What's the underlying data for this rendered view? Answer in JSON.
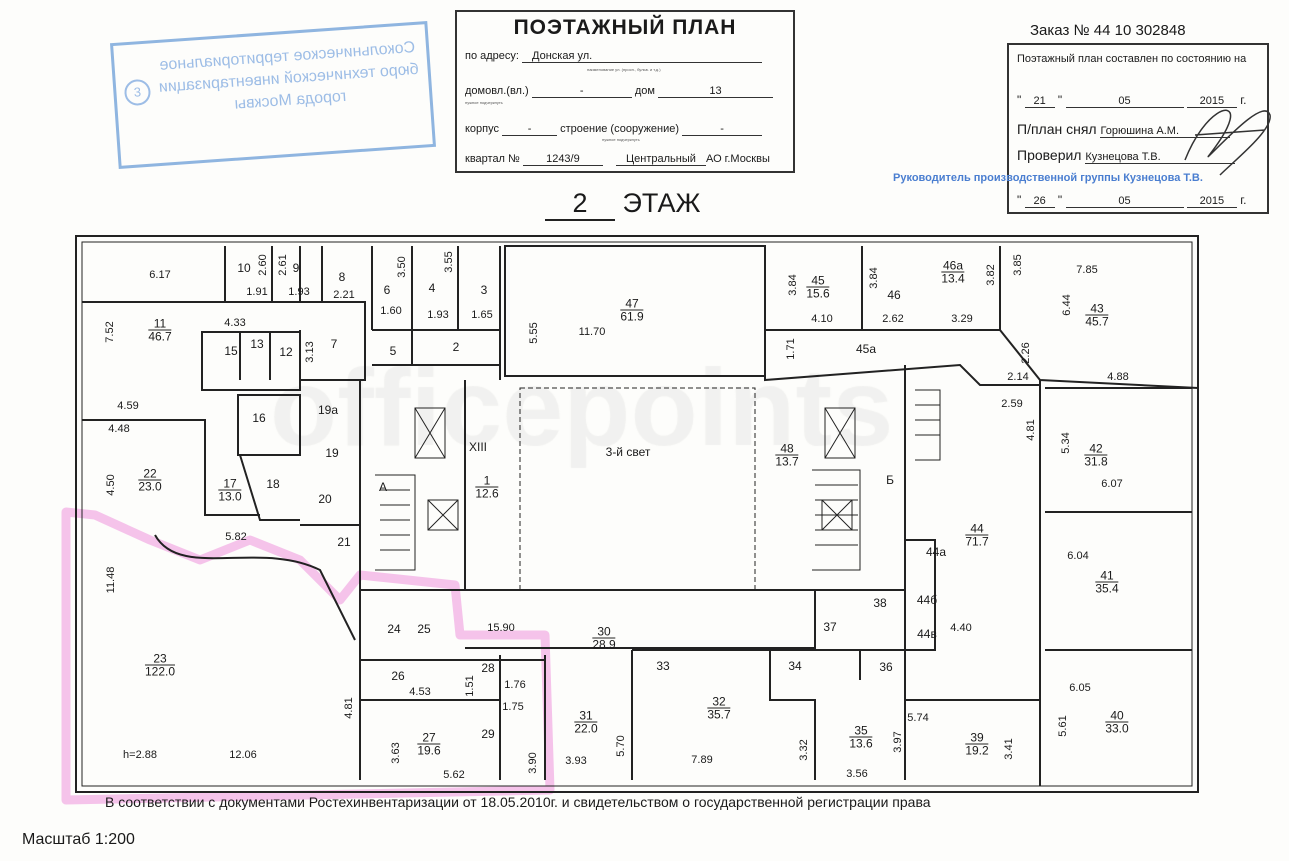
{
  "form": {
    "title": "ПОЭТАЖНЫЙ ПЛАН",
    "address_label": "по адресу:",
    "address_value": "Донская ул.",
    "address_hint": "наименование ул. (просп., бульв. и т.д.)",
    "domovl_label": "домовл.(вл.)",
    "domovl_value": "-",
    "dom_label": "дом",
    "dom_value": "13",
    "hint_underline": "нужное подчеркнуть",
    "korpus_label": "корпус",
    "korpus_value": "-",
    "stroenie_label": "строение (сооружение)",
    "stroenie_value": "-",
    "kvartal_label": "квартал №",
    "kvartal_value": "1243/9",
    "district_value": "Центральный",
    "district_suffix": "АО г.Москвы"
  },
  "order": "Заказ № 44 10 302848",
  "status_box": {
    "title": "Поэтажный план составлен по состоянию на",
    "date1_day": "21",
    "date1_month": "05",
    "date1_year": "2015",
    "year_suffix": "г.",
    "taken_label": "П/план снял",
    "taken_value": "Горюшина А.М.",
    "checked_label": "Проверил",
    "checked_value": "Кузнецова Т.В.",
    "date2_day": "26",
    "date2_month": "05",
    "date2_year": "2015"
  },
  "stamp_text": "Сокольническое территориальное бюро технической инвентаризации города Москвы",
  "stamp_number": "3",
  "blue_note": "Руководитель производственной группы Кузнецова Т.В.",
  "floor": {
    "number": "2",
    "label": "ЭТАЖ"
  },
  "watermark": "officepoints",
  "rooms": [
    {
      "number": "11",
      "area": "46.7"
    },
    {
      "number": "22",
      "area": "23.0"
    },
    {
      "number": "17",
      "area": "13.0"
    },
    {
      "number": "23",
      "area": "122.0"
    },
    {
      "number": "1",
      "area": "12.6"
    },
    {
      "number": "47",
      "area": "61.9"
    },
    {
      "number": "45",
      "area": "15.6"
    },
    {
      "number": "46а",
      "area": "13.4"
    },
    {
      "number": "43",
      "area": "45.7"
    },
    {
      "number": "48",
      "area": "13.7"
    },
    {
      "number": "42",
      "area": "31.8"
    },
    {
      "number": "44",
      "area": "71.7"
    },
    {
      "number": "41",
      "area": "35.4"
    },
    {
      "number": "30",
      "area": "28.9"
    },
    {
      "number": "31",
      "area": "22.0"
    },
    {
      "number": "32",
      "area": "35.7"
    },
    {
      "number": "35",
      "area": "13.6"
    },
    {
      "number": "39",
      "area": "19.2"
    },
    {
      "number": "40",
      "area": "33.0"
    },
    {
      "number": "27",
      "area": "19.6"
    }
  ],
  "room_labels": [
    "10",
    "9",
    "8",
    "6",
    "4",
    "3",
    "15",
    "13",
    "12",
    "7",
    "5",
    "2",
    "16",
    "18",
    "19а",
    "19",
    "20",
    "21",
    "А",
    "24",
    "25",
    "26",
    "28",
    "29",
    "46",
    "45а",
    "Б",
    "44а",
    "44б",
    "44в",
    "37",
    "38",
    "33",
    "34",
    "36",
    "3-й свет",
    "XIII"
  ],
  "dimensions": [
    "6.17",
    "1.91",
    "1.93",
    "2.21",
    "1.60",
    "1.93",
    "1.65",
    "4.33",
    "4.59",
    "4.48",
    "5.82",
    "h=2.88",
    "12.06",
    "4.53",
    "1.76",
    "1.75",
    "15.90",
    "5.62",
    "3.93",
    "11.70",
    "4.10",
    "2.62",
    "3.29",
    "7.85",
    "4.88",
    "2.14",
    "2.59",
    "6.07",
    "6.04",
    "4.40",
    "6.05",
    "5.74",
    "7.89",
    "3.56"
  ],
  "dimensions_vertical": [
    "7.52",
    "2.60",
    "2.61",
    "3.50",
    "3.55",
    "3.13",
    "4.50",
    "11.48",
    "4.81",
    "1.51",
    "3.63",
    "3.90",
    "5.70",
    "5.55",
    "3.84",
    "3.84",
    "3.82",
    "3.85",
    "6.44",
    "1.71",
    "2.26",
    "4.81",
    "5.34",
    "5.61",
    "3.41",
    "3.32",
    "3.97"
  ],
  "footer_text": "В соответствии с документами Ростехинвентаризации от 18.05.2010г. и свидетельством о государственной регистрации права",
  "scale": "Масштаб 1:200",
  "colors": {
    "stamp": "#9dbde6",
    "blue_note": "#4a7ed0",
    "highlight": "#f0a8e0",
    "ink": "#1a1a1a"
  }
}
